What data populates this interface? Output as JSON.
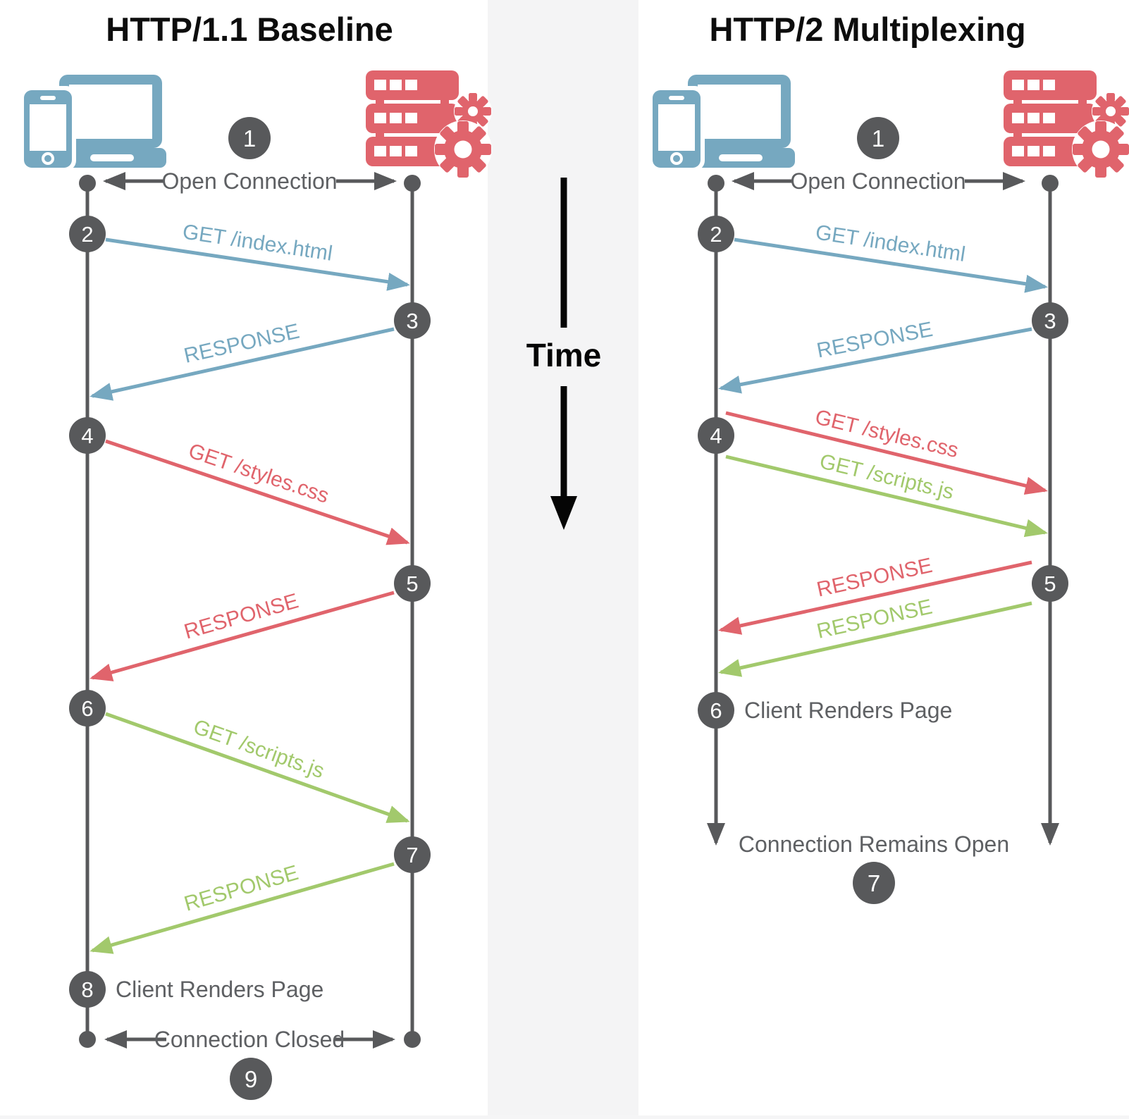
{
  "left": {
    "title": "HTTP/1.1 Baseline",
    "open_connection_label": "Open Connection",
    "badges": [
      "1",
      "2",
      "3",
      "4",
      "5",
      "6",
      "7",
      "8",
      "9"
    ],
    "messages": {
      "get_index": "GET /index.html",
      "response_index": "RESPONSE",
      "get_styles": "GET /styles.css",
      "response_styles": "RESPONSE",
      "get_scripts": "GET /scripts.js",
      "response_scripts": "RESPONSE"
    },
    "client_renders_label": "Client Renders Page",
    "connection_closed_label": "Connection Closed"
  },
  "center": {
    "time_label": "Time"
  },
  "right": {
    "title": "HTTP/2 Multiplexing",
    "open_connection_label": "Open Connection",
    "badges": [
      "1",
      "2",
      "3",
      "4",
      "5",
      "6",
      "7"
    ],
    "messages": {
      "get_index": "GET /index.html",
      "response_index": "RESPONSE",
      "get_styles": "GET /styles.css",
      "get_scripts": "GET /scripts.js",
      "response_styles": "RESPONSE",
      "response_scripts": "RESPONSE"
    },
    "client_renders_label": "Client Renders Page",
    "connection_remains_label": "Connection Remains Open"
  },
  "icons": {
    "client": "client-devices-icon",
    "server": "server-gears-icon"
  },
  "colors": {
    "client_blue": "#76A8C0",
    "server_red": "#E0646C",
    "scripts_green": "#A2C96C",
    "neutral_gray": "#58595B",
    "strip_gray": "#F4F4F5",
    "time_black": "#050505"
  }
}
